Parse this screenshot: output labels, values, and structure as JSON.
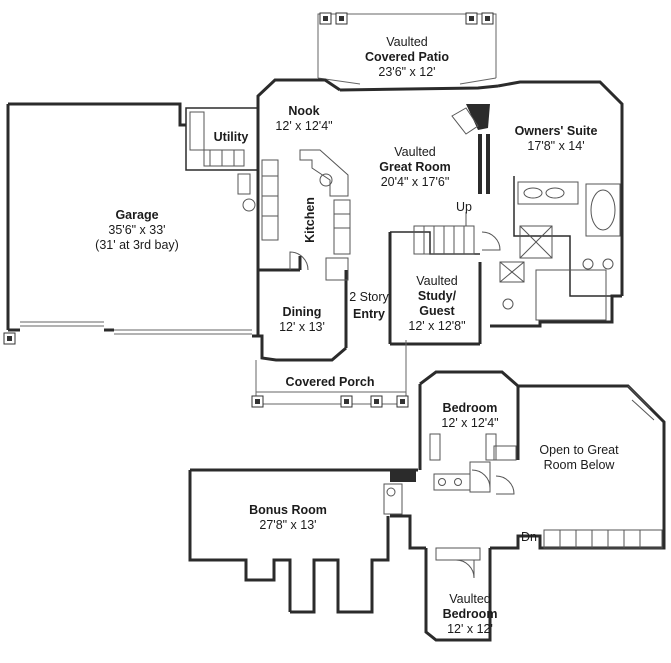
{
  "rooms": {
    "covered_patio": {
      "prefix": "Vaulted",
      "name": "Covered Patio",
      "dims": "23'6\" x 12'"
    },
    "nook": {
      "name": "Nook",
      "dims": "12' x 12'4\""
    },
    "utility": {
      "name": "Utility"
    },
    "garage": {
      "name": "Garage",
      "dims": "35'6\" x 33'",
      "note": "(31' at 3rd bay)"
    },
    "great_room": {
      "prefix": "Vaulted",
      "name": "Great Room",
      "dims": "20'4\" x 17'6\""
    },
    "owners_suite": {
      "name": "Owners' Suite",
      "dims": "17'8\" x 14'"
    },
    "kitchen": {
      "name": "Kitchen"
    },
    "dining": {
      "name": "Dining",
      "dims": "12' x 13'"
    },
    "entry": {
      "prefix": "2 Story",
      "name": "Entry"
    },
    "study": {
      "prefix": "Vaulted",
      "name": "Study/ Guest",
      "dims": "12' x 12'8\""
    },
    "covered_porch": {
      "name": "Covered Porch"
    },
    "bedroom_upper": {
      "name": "Bedroom",
      "dims": "12' x 12'4\""
    },
    "open_to_great_room": {
      "text": "Open to Great Room Below"
    },
    "bonus_room": {
      "name": "Bonus Room",
      "dims": "27'8\" x 13'"
    },
    "bedroom_vaulted": {
      "prefix": "Vaulted",
      "name": "Bedroom",
      "dims": "12' x 12'"
    }
  },
  "stairs": {
    "up_label": "Up",
    "down_label": "Dn"
  },
  "colors": {
    "wall": "#2b2b2b",
    "fixture": "#555555",
    "background": "#ffffff"
  }
}
